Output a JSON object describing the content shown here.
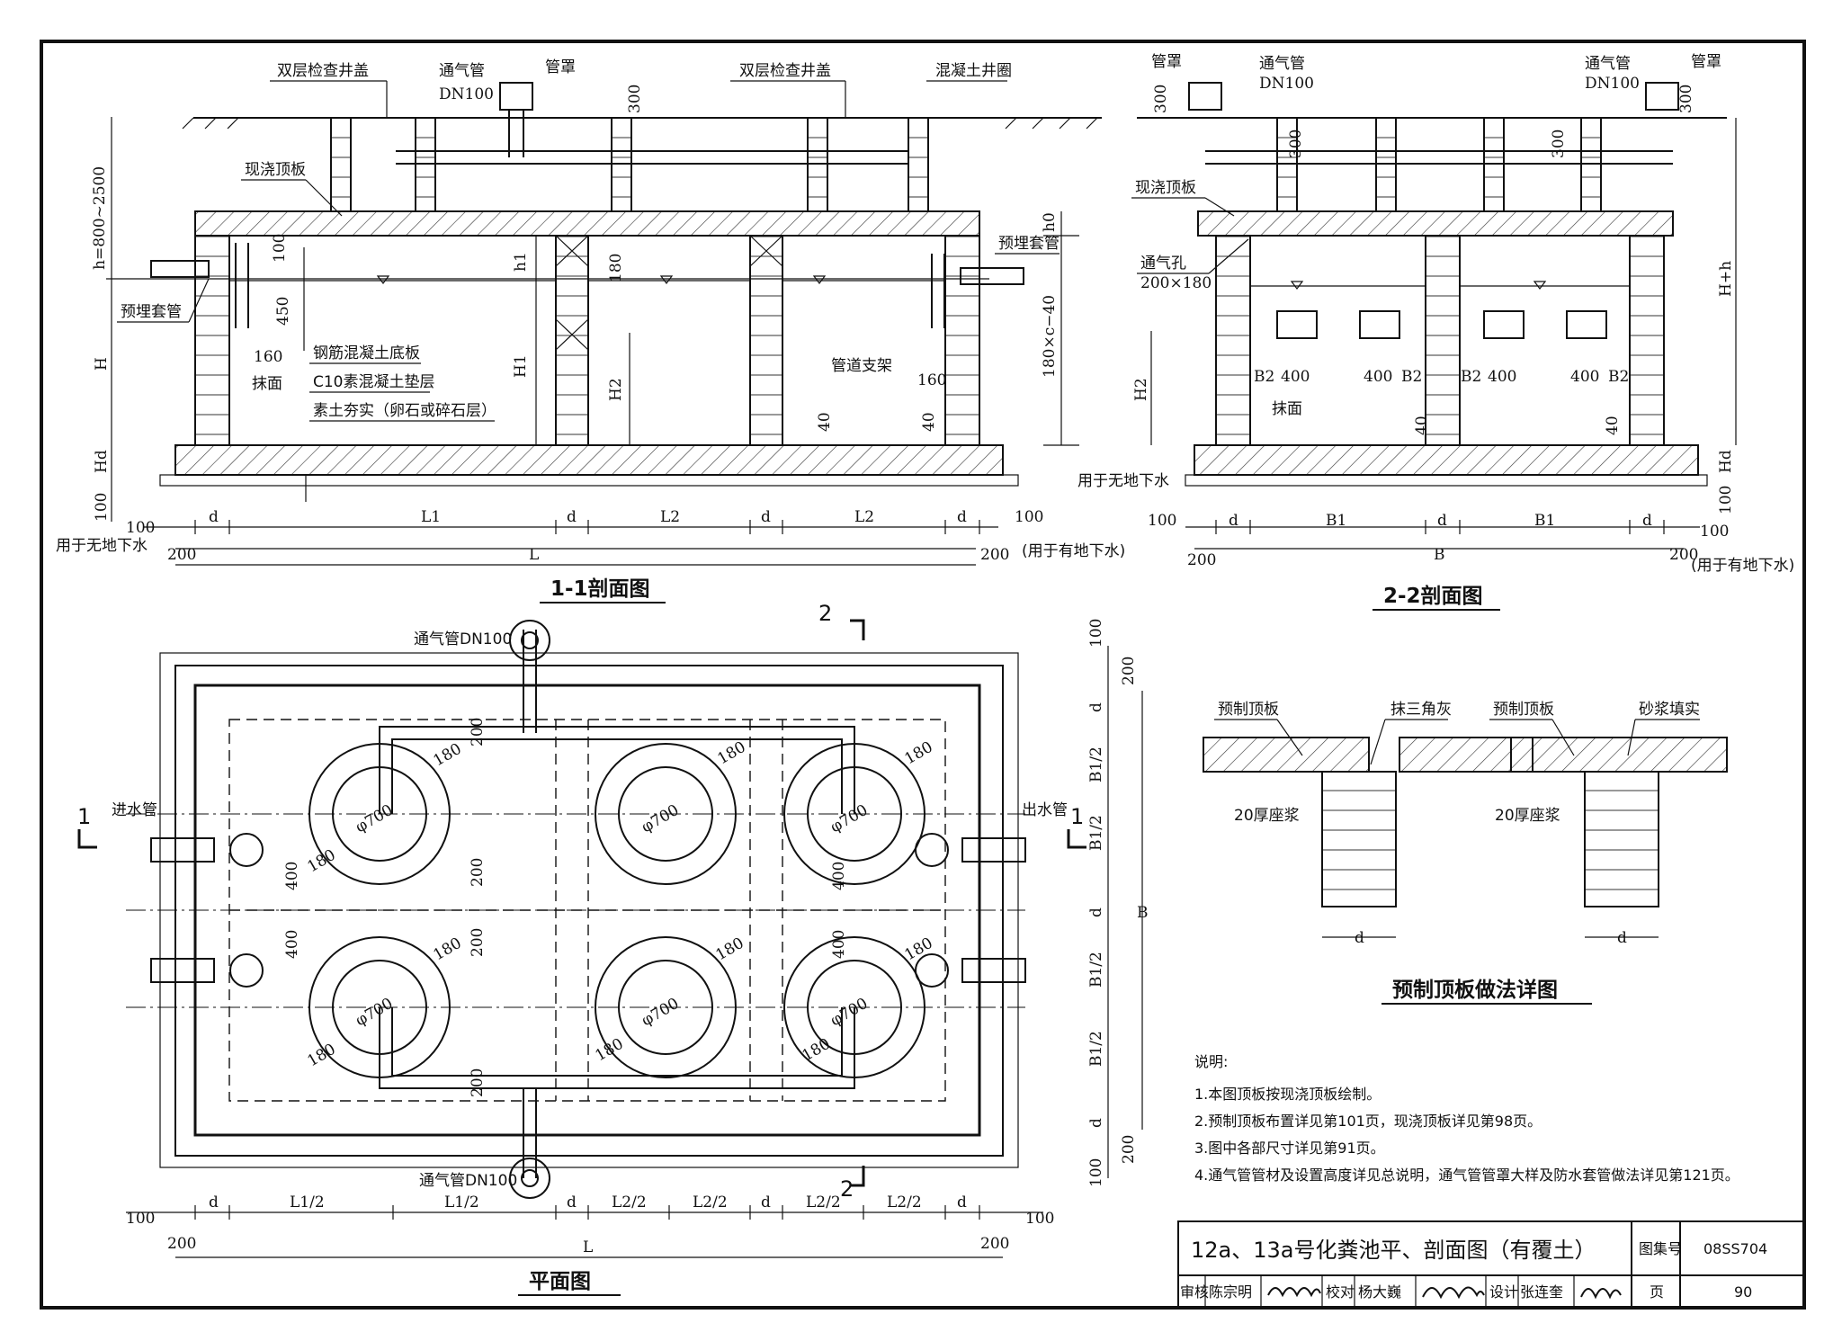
{
  "title": "12a、13a号化粪池平、剖面图（有覆土）",
  "atlas": {
    "label": "图集号",
    "value": "08SS704"
  },
  "page": {
    "label": "页",
    "value": "90"
  },
  "signoff": {
    "review_label": "审核",
    "review_name": "陈宗明",
    "check_label": "校对",
    "check_name": "杨大巍",
    "design_label": "设计",
    "design_name": "张连奎"
  },
  "sections": {
    "s11": "1-1剖面图",
    "s22": "2-2剖面图",
    "plan": "平面图",
    "detail": "预制顶板做法详图"
  },
  "labels_11": {
    "cover_left": "双层检查井盖",
    "cover_right": "双层检查井盖",
    "vent_pipe": "通气管",
    "vent_dn": "DN100",
    "hood": "管罩",
    "ring": "混凝土井圈",
    "cast_slab": "现浇顶板",
    "sleeve_left": "预埋套管",
    "sleeve_right": "预埋套管",
    "rc_base": "钢筋混凝土底板",
    "c10": "C10素混凝土垫层",
    "soil": "素土夯实（卵石或碎石层）",
    "plaster": "抹面",
    "support": "管道支架",
    "h_range": "h=800~2500",
    "H": "H",
    "Hd": "Hd",
    "h1": "h1",
    "H1": "H1",
    "H2": "H2",
    "h0": "h0",
    "d100": "100",
    "d450": "450",
    "d160a": "160",
    "d160b": "160",
    "d180": "180",
    "d300": "300",
    "d40a": "40",
    "d40b": "40",
    "c40": "180×c−40",
    "no_gw": "用于无地下水",
    "gw": "(用于有地下水)",
    "d": "d",
    "L1": "L1",
    "L2": "L2",
    "L": "L",
    "n100": "100",
    "n200": "200"
  },
  "labels_22": {
    "hood": "管罩",
    "vent_pipe": "通气管",
    "vent_dn": "DN100",
    "hood2": "管罩",
    "vent_pipe2": "通气管",
    "vent_dn2": "DN100",
    "cast_slab": "现浇顶板",
    "vent_hole": "通气孔",
    "vent_size": "200×180",
    "plaster": "抹面",
    "no_gw": "用于无地下水",
    "gw": "(用于有地下水)",
    "B2": "B2",
    "B1": "B1",
    "B": "B",
    "d": "d",
    "H2": "H2",
    "Hh": "H+h",
    "Hd": "Hd",
    "w400": "400",
    "d300": "300",
    "d40": "40",
    "n100": "100",
    "n200": "200"
  },
  "labels_plan": {
    "vent_top": "通气管DN100",
    "vent_bottom": "通气管DN100",
    "inlet": "进水管",
    "outlet": "出水管",
    "phi": "φ700",
    "d180": "180",
    "d200": "200",
    "d400": "400",
    "sec1": "1",
    "sec2": "2",
    "B": "B",
    "B12": "B1/2",
    "d": "d",
    "n100": "100",
    "n200": "200",
    "L12": "L1/2",
    "L22": "L2/2",
    "L": "L"
  },
  "labels_detail": {
    "pre_slab_a": "预制顶板",
    "tri": "抹三角灰",
    "bed_a": "20厚座浆",
    "pre_slab_b": "预制顶板",
    "mortar": "砂浆填实",
    "bed_b": "20厚座浆",
    "d": "d"
  },
  "notes": {
    "head": "说明:",
    "n1": "1.本图顶板按现浇顶板绘制。",
    "n2": "2.预制顶板布置详见第101页，现浇顶板详见第98页。",
    "n3": "3.图中各部尺寸详见第91页。",
    "n4": "4.通气管管材及设置高度详见总说明，通气管管罩大样及防水套管做法详见第121页。"
  }
}
